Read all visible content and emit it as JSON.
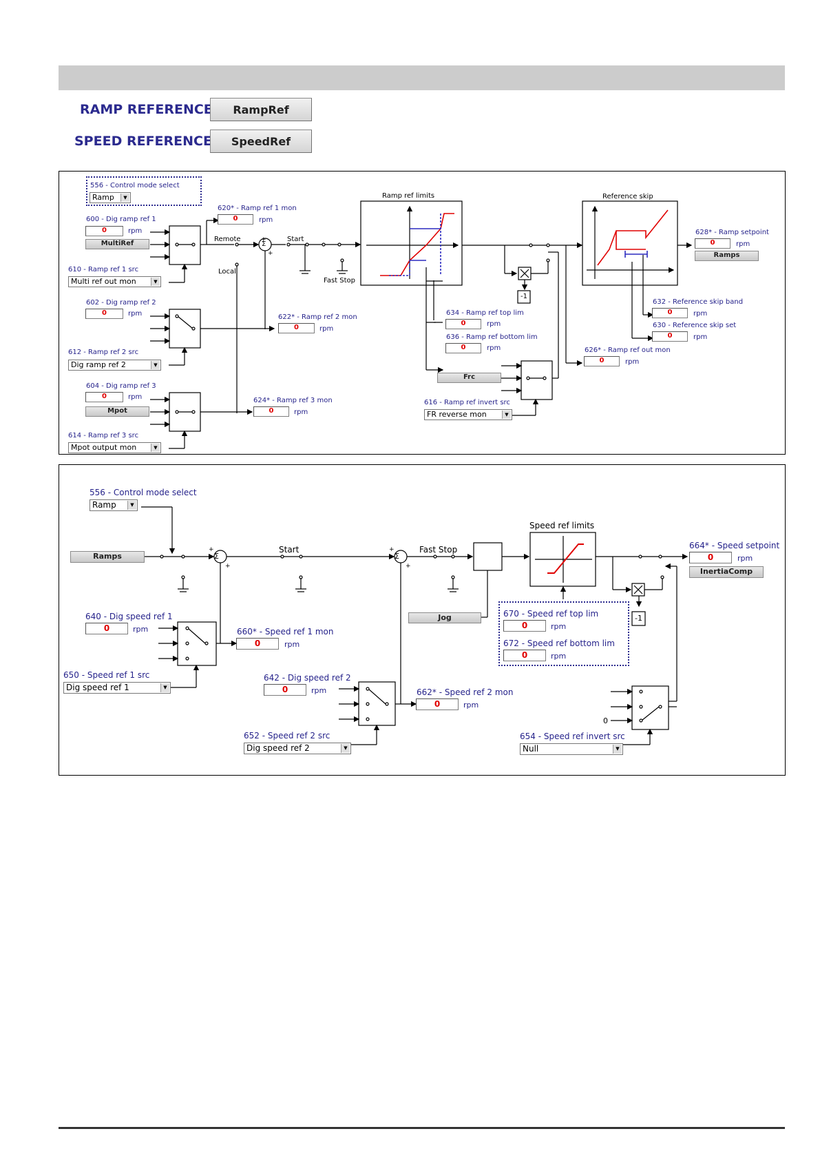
{
  "header": {
    "ramp_label": "RAMP REFERENCE",
    "ramp_button": "RampRef",
    "speed_label": "SPEED REFERENCE",
    "speed_button": "SpeedRef"
  },
  "ramp_diagram": {
    "control_mode": {
      "label": "556 - Control mode select",
      "value": "Ramp"
    },
    "dig_ramp_ref_1": {
      "label": "600 - Dig ramp ref 1",
      "value": "0",
      "unit": "rpm",
      "button": "MultiRef"
    },
    "ramp_ref_1_src": {
      "label": "610 - Ramp ref 1 src",
      "value": "Multi ref out mon"
    },
    "dig_ramp_ref_2": {
      "label": "602 - Dig ramp ref 2",
      "value": "0",
      "unit": "rpm"
    },
    "ramp_ref_2_src": {
      "label": "612 - Ramp ref 2 src",
      "value": "Dig ramp ref  2"
    },
    "dig_ramp_ref_3": {
      "label": "604 - Dig ramp ref 3",
      "value": "0",
      "unit": "rpm",
      "button": "Mpot"
    },
    "ramp_ref_3_src": {
      "label": "614 - Ramp ref 3 src",
      "value": "Mpot output mon"
    },
    "ramp_ref_1_mon": {
      "label": "620* - Ramp ref 1 mon",
      "value": "0",
      "unit": "rpm"
    },
    "ramp_ref_2_mon": {
      "label": "622* - Ramp ref 2 mon",
      "value": "0",
      "unit": "rpm"
    },
    "ramp_ref_3_mon": {
      "label": "624* - Ramp ref 3 mon",
      "value": "0",
      "unit": "rpm"
    },
    "remote": "Remote",
    "local": "Local",
    "start": "Start",
    "fast_stop": "Fast Stop",
    "ramp_ref_limits": "Ramp ref limits",
    "ramp_ref_top_lim": {
      "label": "634 - Ramp ref top lim",
      "value": "0",
      "unit": "rpm"
    },
    "ramp_ref_bottom_lim": {
      "label": "636 - Ramp ref bottom lim",
      "value": "0",
      "unit": "rpm"
    },
    "frc_button": "Frc",
    "ramp_ref_invert_src": {
      "label": "616 - Ramp ref invert src",
      "value": "FR reverse mon"
    },
    "minus_one": "-1",
    "reference_skip": "Reference skip",
    "ramp_setpoint": {
      "label": "628* - Ramp setpoint",
      "value": "0",
      "unit": "rpm",
      "button": "Ramps"
    },
    "reference_skip_band": {
      "label": "632 - Reference skip band",
      "value": "0",
      "unit": "rpm"
    },
    "reference_skip_set": {
      "label": "630 - Reference skip set",
      "value": "0",
      "unit": "rpm"
    },
    "ramp_ref_out_mon": {
      "label": "626* - Ramp ref out mon",
      "value": "0",
      "unit": "rpm"
    },
    "plus": "+",
    "sigma": "Σ"
  },
  "speed_diagram": {
    "control_mode": {
      "label": "556 - Control mode select",
      "value": "Ramp"
    },
    "ramps_button": "Ramps",
    "start": "Start",
    "fast_stop": "Fast Stop",
    "jog_button": "Jog",
    "speed_ref_limits": "Speed ref limits",
    "speed_setpoint": {
      "label": "664* - Speed setpoint",
      "value": "0",
      "unit": "rpm",
      "button": "InertiaComp"
    },
    "dig_speed_ref_1": {
      "label": "640 - Dig speed ref 1",
      "value": "0",
      "unit": "rpm"
    },
    "speed_ref_1_mon": {
      "label": "660* - Speed ref 1 mon",
      "value": "0",
      "unit": "rpm"
    },
    "speed_ref_1_src": {
      "label": "650 - Speed ref 1 src",
      "value": "Dig speed ref  1"
    },
    "dig_speed_ref_2": {
      "label": "642 - Dig speed ref 2",
      "value": "0",
      "unit": "rpm"
    },
    "speed_ref_2_mon": {
      "label": "662* - Speed ref 2 mon",
      "value": "0",
      "unit": "rpm"
    },
    "speed_ref_2_src": {
      "label": "652 - Speed ref 2 src",
      "value": "Dig speed ref  2"
    },
    "speed_ref_top_lim": {
      "label": "670 - Speed ref top lim",
      "value": "0",
      "unit": "rpm"
    },
    "speed_ref_bottom_lim": {
      "label": "672 - Speed ref bottom lim",
      "value": "0",
      "unit": "rpm"
    },
    "speed_ref_invert_src": {
      "label": "654 - Speed ref invert src",
      "value": "Null"
    },
    "minus_one": "-1",
    "zero": "0",
    "plus": "+",
    "sigma": "Σ"
  }
}
